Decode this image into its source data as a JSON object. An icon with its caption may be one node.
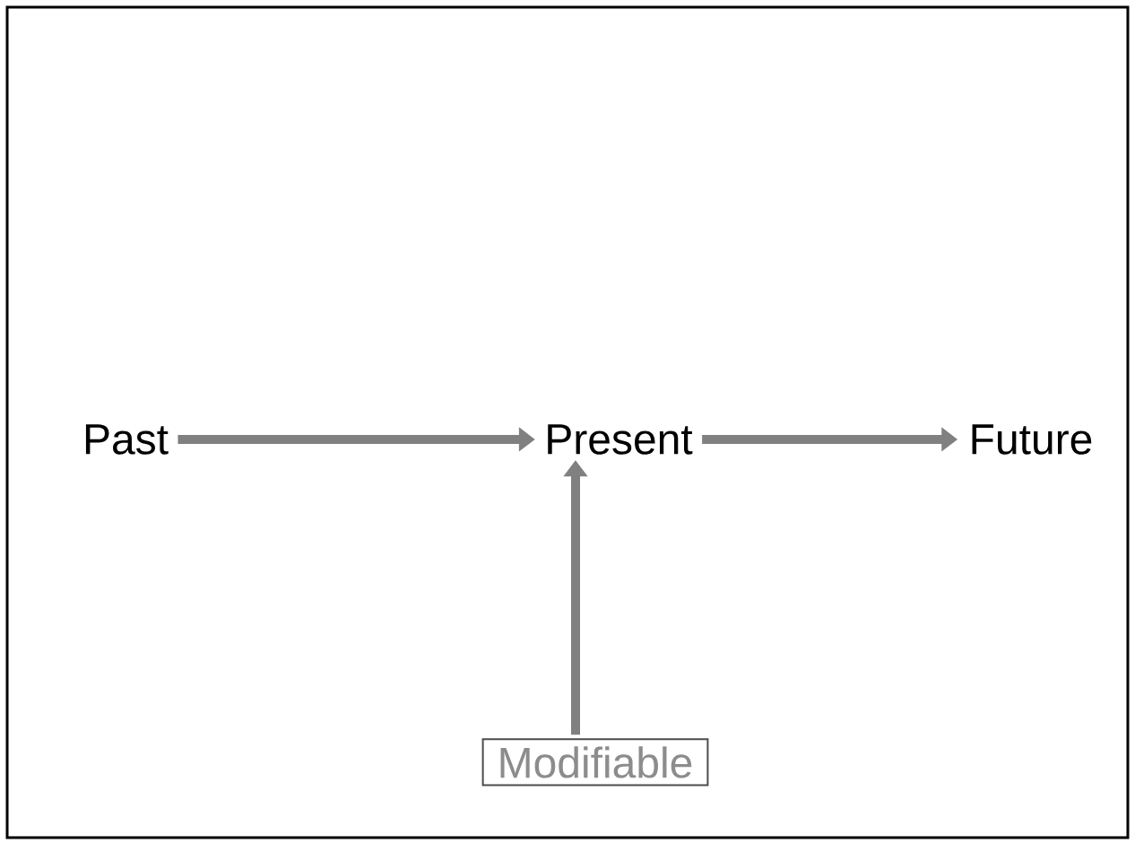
{
  "diagram": {
    "nodes": [
      {
        "text": [
          "Past"
        ]
      },
      {
        "text": [
          "Present"
        ]
      },
      {
        "text": [
          "Future"
        ]
      },
      {
        "text": [
          "Modifiable"
        ]
      }
    ],
    "edges": [
      {
        "from": 0,
        "to": 1,
        "arrow": "to"
      },
      {
        "from": 1,
        "to": 2,
        "arrow": "to"
      },
      {
        "from": 3,
        "to": 1,
        "arrow": "to"
      }
    ]
  }
}
